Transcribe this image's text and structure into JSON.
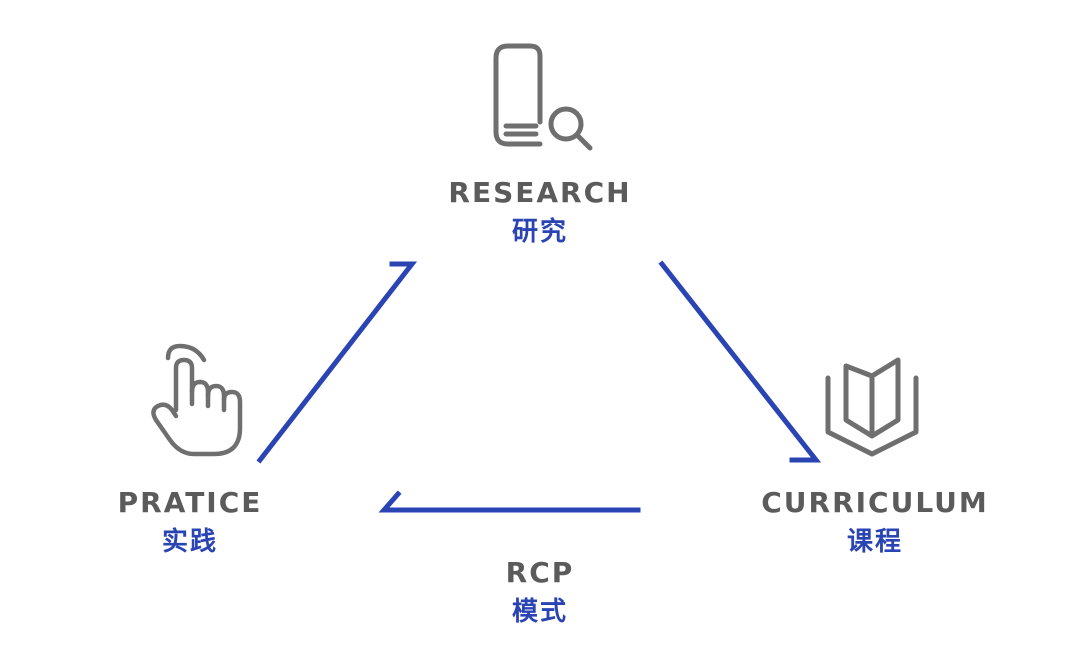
{
  "diagram": {
    "accent_color": "#2b44b4",
    "icon_color": "#6f6f6f",
    "label_color": "#5b5b5b",
    "nodes": {
      "research": {
        "en": "RESEARCH",
        "zh": "研究",
        "icon": "book-search-icon"
      },
      "practice": {
        "en": "PRATICE",
        "zh": "实践",
        "icon": "hand-pointer-icon"
      },
      "curriculum": {
        "en": "CURRICULUM",
        "zh": "课程",
        "icon": "open-book-icon"
      }
    },
    "center": {
      "en": "RCP",
      "zh": "模式"
    }
  }
}
